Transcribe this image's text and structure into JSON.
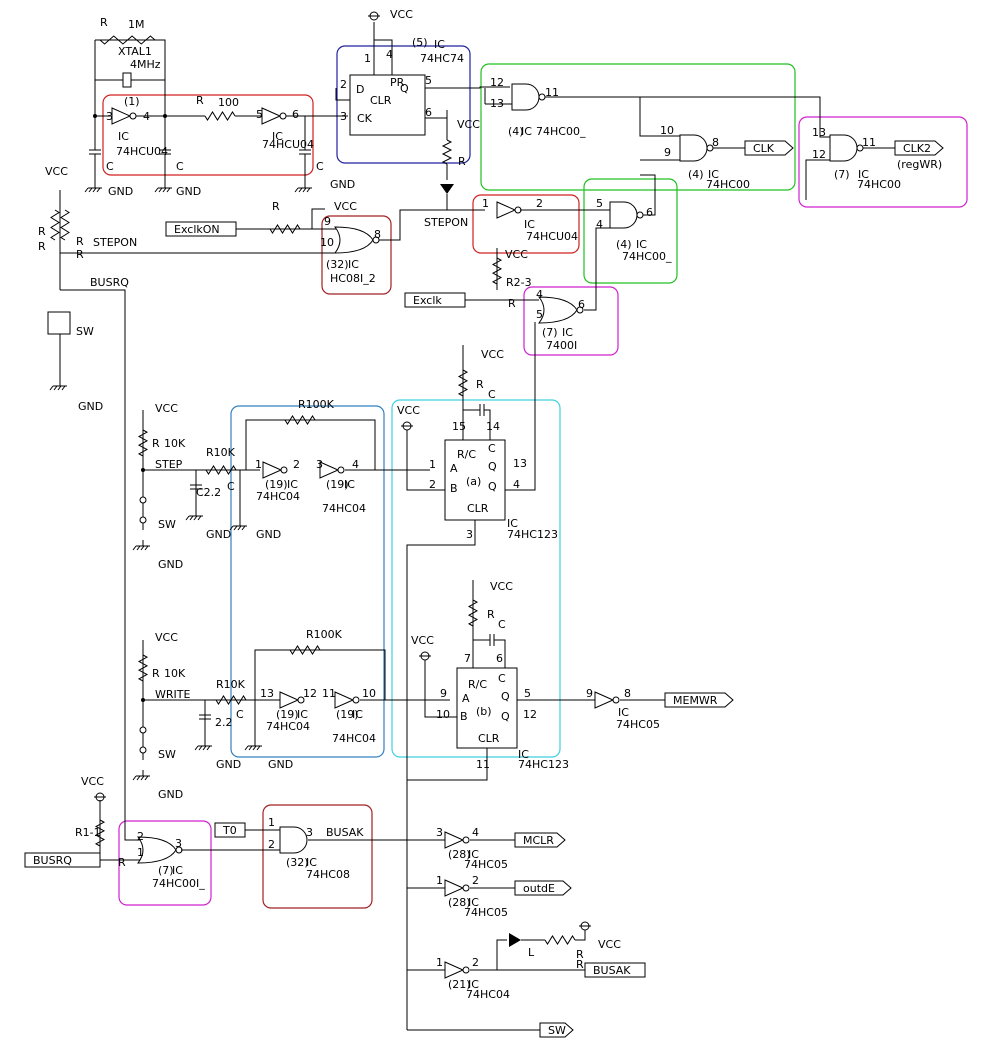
{
  "colors": {
    "red": "#d02020",
    "blue": "#2020a0",
    "green": "#20c020",
    "magenta": "#d020d0",
    "cyan": "#40d0e0",
    "teal": "#3080c0"
  },
  "labels": {
    "vcc": "VCC",
    "gnd": "GND",
    "r": "R",
    "c": "C",
    "sw": "SW",
    "ic": "IC",
    "r1m": "1M",
    "xtal": "XTAL1",
    "mhz": "4MHz",
    "r100": "100",
    "u1": "(1)",
    "hcu04": "74HCU04",
    "hcu04b": "74HCU04",
    "hc74": "74HC74",
    "u5": "(5)",
    "d": "D",
    "q": "Q",
    "ck": "CK",
    "qb": "Q",
    "clr": "CLR",
    "pr": "PR",
    "hc00a": "74HC00_",
    "u4a": "(4)",
    "hc00b": "74HC00",
    "hc00c": "74HC00_",
    "hc00d": "74HC00",
    "u7a": "(7)",
    "clk": "CLK",
    "clk2": "CLK2",
    "regwr": "(regWR)",
    "exclkon": "ExclkON",
    "stepon": "STEPON",
    "stepon2": "STEPON",
    "u32a": "(32)",
    "hc08i": "HC08I_2",
    "busrq": "BUSRQ",
    "busrq2": "BUSRQ",
    "exclk": "Exclk",
    "r23": "R2-3",
    "u7b": "(7)",
    "ic7400": "7400I",
    "r10k": "10K",
    "r100k": "R100K",
    "r100k2": "R100K",
    "r10kb": "R10K",
    "c22": "C2.2",
    "c22b": "2.2",
    "step": "STEP",
    "write": "WRITE",
    "u19": "(19)",
    "hc04": "74HC04",
    "hc123": "74HC123",
    "rc": "R/C",
    "cc": "C",
    "a": "A",
    "b": "B",
    "ua": "(a)",
    "ub": "(b)",
    "memwr": "MEMWR",
    "hc05": "74HC05",
    "mclr": "MCLR",
    "u28": "(28)",
    "outde": "outdE",
    "u21": "(21)",
    "l": "L",
    "busak": "BUSAK",
    "busak2": "BUSAK",
    "t0": "T0",
    "hc08": "74HC08",
    "r1": "R1-1",
    "hc00i": "74HC00I_",
    "p1": "1",
    "p2": "2",
    "p3": "3",
    "p4": "4",
    "p5": "5",
    "p6": "6",
    "p7": "7",
    "p8": "8",
    "p9": "9",
    "p10": "10",
    "p11": "11",
    "p12": "12",
    "p13": "13",
    "p14": "14",
    "p15": "15"
  }
}
